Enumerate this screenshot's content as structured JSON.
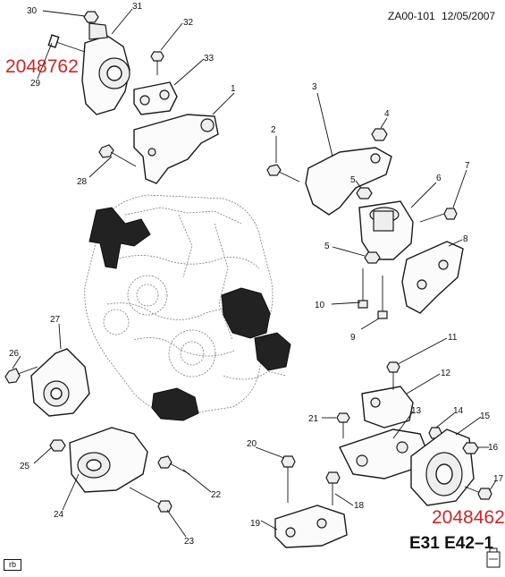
{
  "header": {
    "diagram_id": "ZA00-101",
    "date": "12/05/2007"
  },
  "part_numbers": {
    "upper_left": "2048762",
    "lower_right": "2048462"
  },
  "footer": {
    "codes": "E31  E42–1",
    "corner_tag": "rb"
  },
  "callouts": [
    {
      "n": "1"
    },
    {
      "n": "2"
    },
    {
      "n": "3"
    },
    {
      "n": "4"
    },
    {
      "n": "5"
    },
    {
      "n": "5"
    },
    {
      "n": "6"
    },
    {
      "n": "7"
    },
    {
      "n": "8"
    },
    {
      "n": "9"
    },
    {
      "n": "10"
    },
    {
      "n": "11"
    },
    {
      "n": "12"
    },
    {
      "n": "13"
    },
    {
      "n": "14"
    },
    {
      "n": "15"
    },
    {
      "n": "16"
    },
    {
      "n": "17"
    },
    {
      "n": "18"
    },
    {
      "n": "19"
    },
    {
      "n": "20"
    },
    {
      "n": "21"
    },
    {
      "n": "22"
    },
    {
      "n": "23"
    },
    {
      "n": "24"
    },
    {
      "n": "25"
    },
    {
      "n": "26"
    },
    {
      "n": "27"
    },
    {
      "n": "28"
    },
    {
      "n": "29"
    },
    {
      "n": "30"
    },
    {
      "n": "31"
    },
    {
      "n": "32"
    },
    {
      "n": "33"
    }
  ],
  "icons": {
    "oil_can": "oil-can-icon"
  }
}
